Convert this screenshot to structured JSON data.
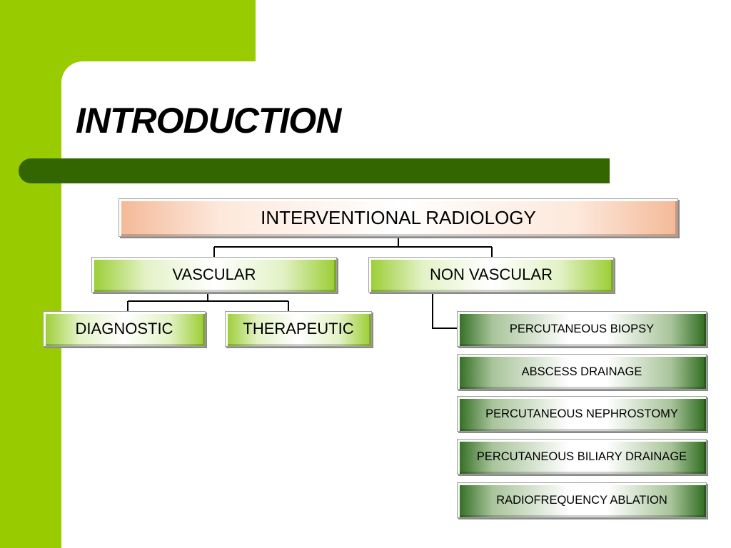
{
  "title": "INTRODUCTION",
  "diagram": {
    "root": "INTERVENTIONAL RADIOLOGY",
    "vascular": {
      "label": "VASCULAR",
      "children": [
        "DIAGNOSTIC",
        "THERAPEUTIC"
      ]
    },
    "non_vascular": {
      "label": "NON VASCULAR",
      "children": [
        "PERCUTANEOUS BIOPSY",
        "ABSCESS DRAINAGE",
        "PERCUTANEOUS NEPHROSTOMY",
        "PERCUTANEOUS BILIARY DRAINAGE",
        "RADIOFREQUENCY ABLATION"
      ]
    }
  },
  "colors": {
    "accent_green": "#99cc00",
    "bar_green": "#336600",
    "root_peach": "#f3b997",
    "item_dark_green": "#2f6b1f"
  }
}
